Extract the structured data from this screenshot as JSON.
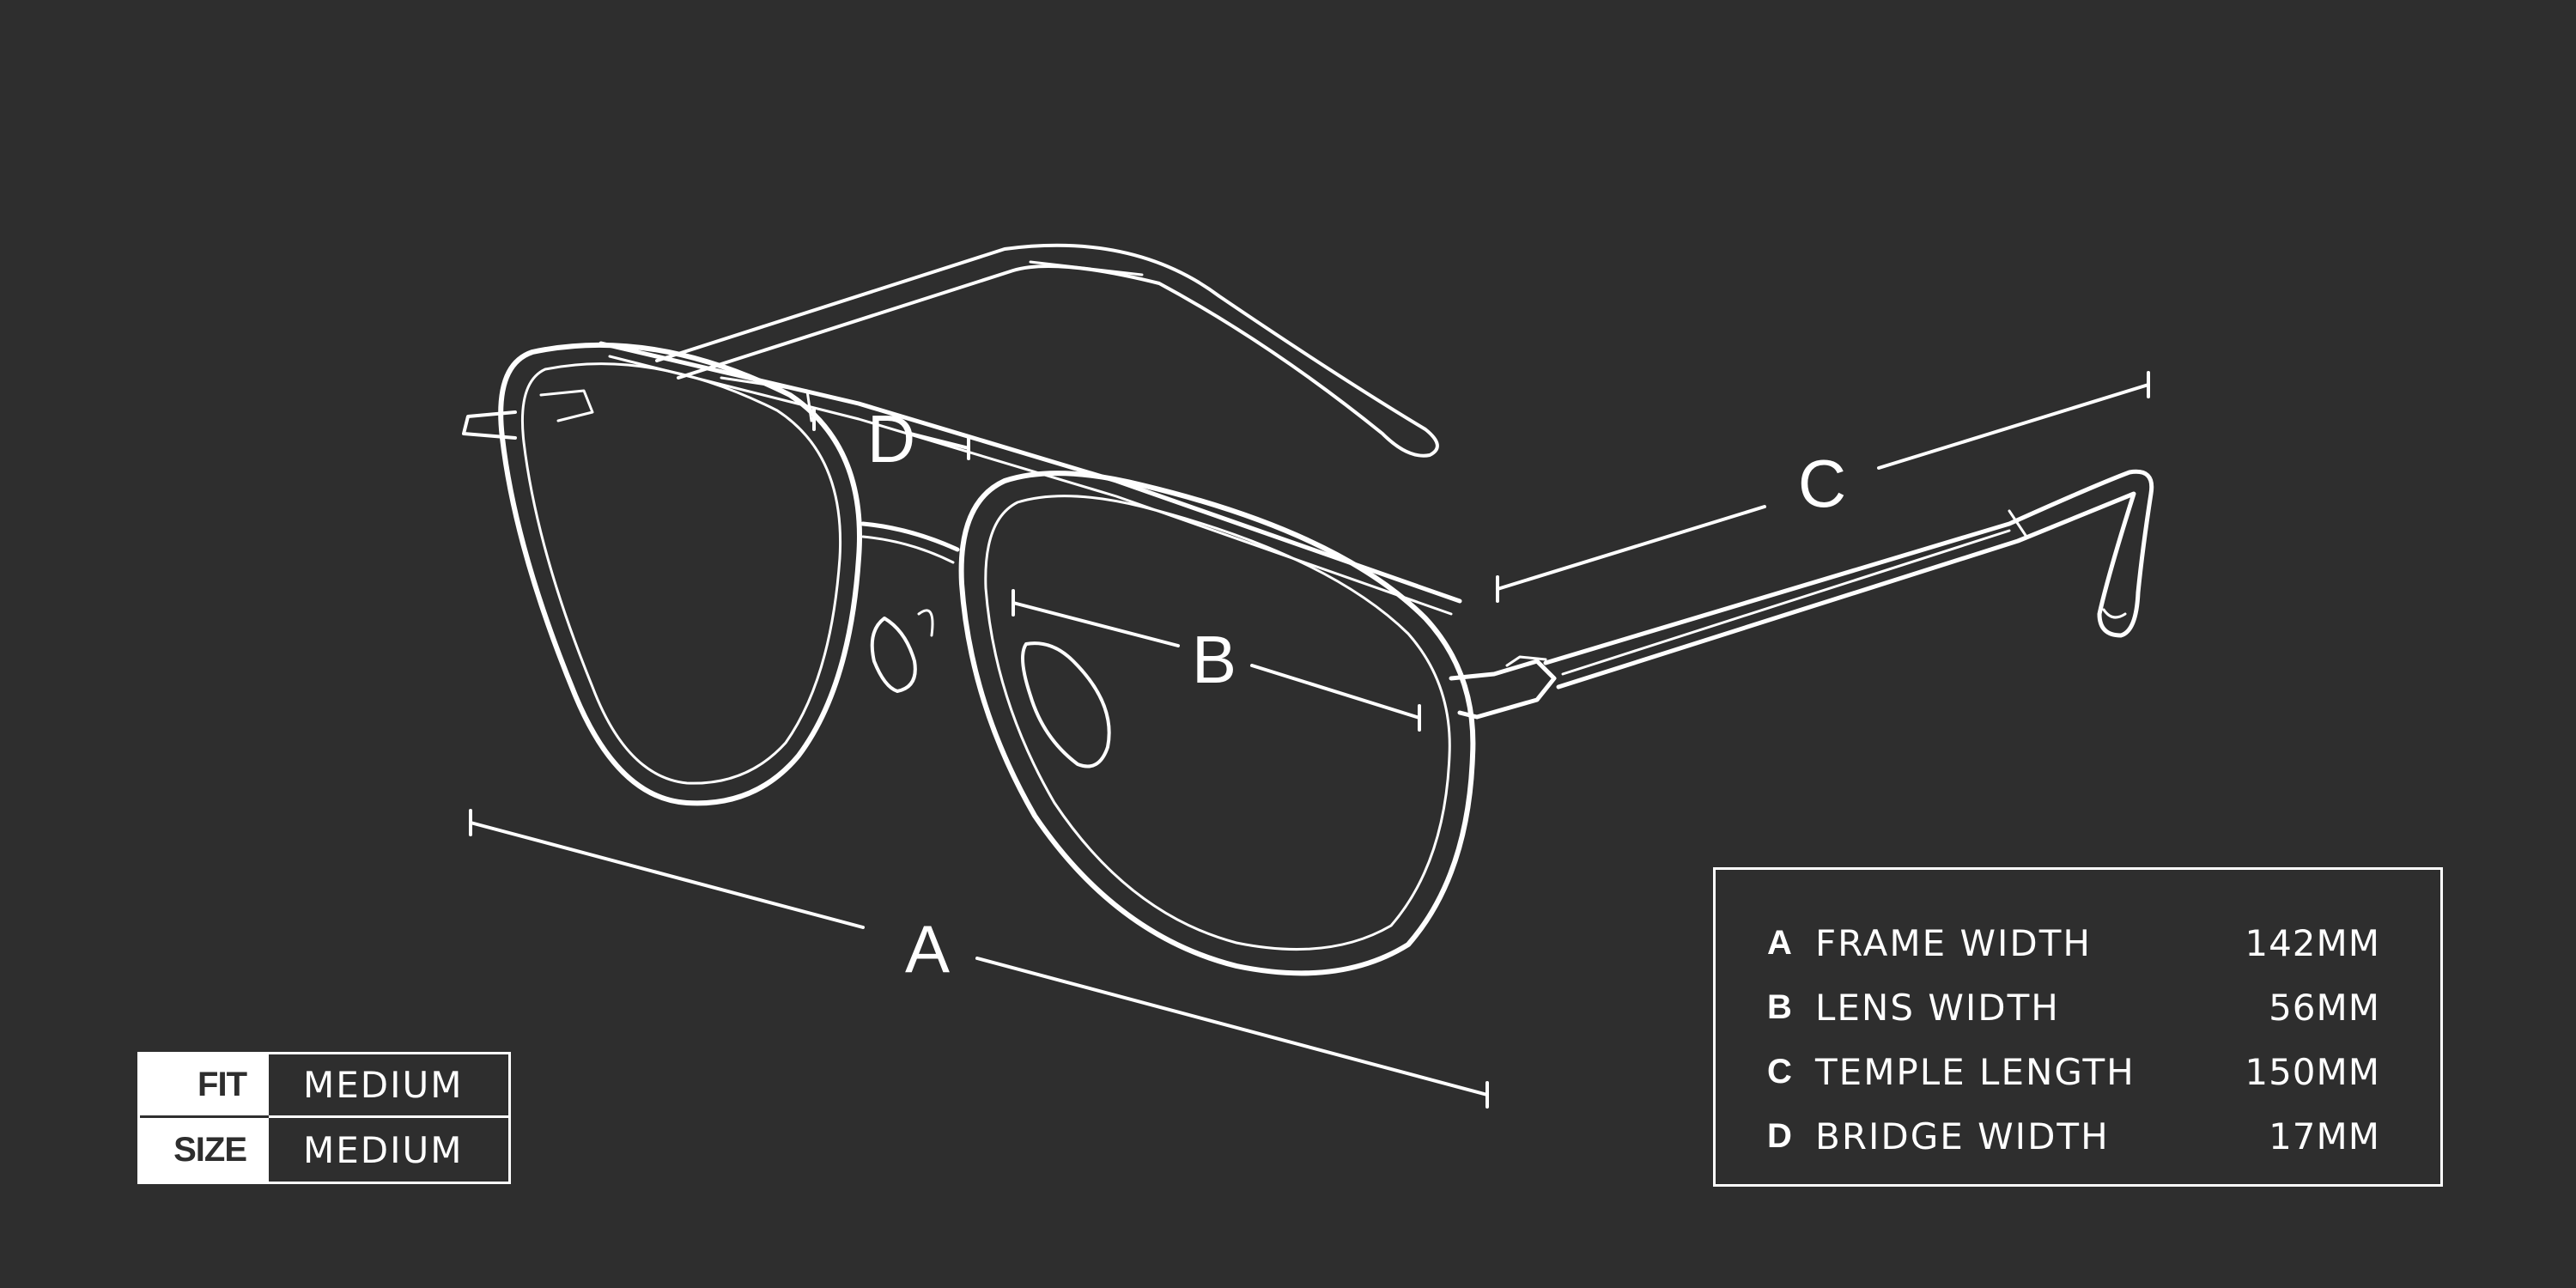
{
  "dimension_labels": {
    "a": "A",
    "b": "B",
    "c": "C",
    "d": "D"
  },
  "fit_panel": {
    "rows": [
      {
        "label": "FIT",
        "value": "MEDIUM"
      },
      {
        "label": "SIZE",
        "value": "MEDIUM"
      }
    ]
  },
  "measurements": {
    "rows": [
      {
        "letter": "A",
        "name": "FRAME WIDTH",
        "value": "142MM"
      },
      {
        "letter": "B",
        "name": "LENS WIDTH",
        "value": "56MM"
      },
      {
        "letter": "C",
        "name": "TEMPLE LENGTH",
        "value": "150MM"
      },
      {
        "letter": "D",
        "name": "BRIDGE WIDTH",
        "value": "17MM"
      }
    ]
  },
  "colors": {
    "background": "#2e2e2e",
    "line": "#ffffff"
  },
  "icons": [
    "aviator-glasses-illustration"
  ]
}
